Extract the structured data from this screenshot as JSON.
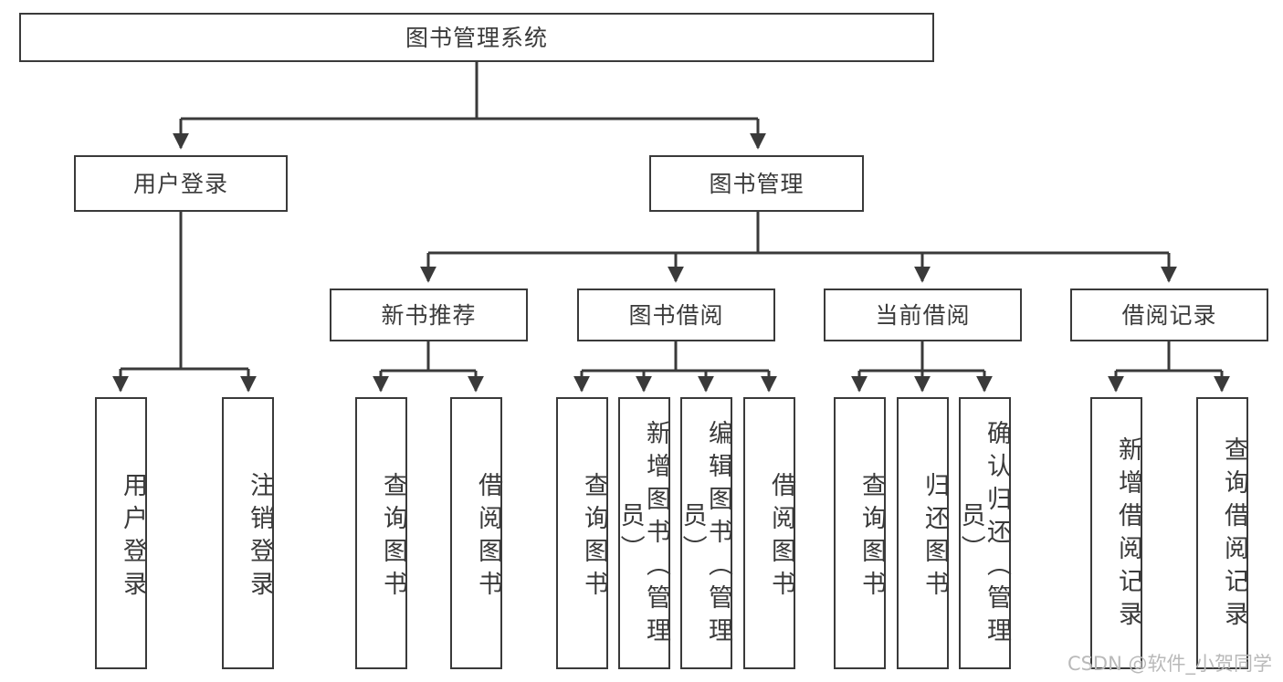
{
  "diagram": {
    "title": "图书管理系统",
    "type": "tree-hierarchy-chart",
    "root": {
      "label": "图书管理系统"
    },
    "level2": [
      {
        "label": "用户登录"
      },
      {
        "label": "图书管理"
      }
    ],
    "level3": [
      {
        "label": "新书推荐"
      },
      {
        "label": "图书借阅"
      },
      {
        "label": "当前借阅"
      },
      {
        "label": "借阅记录"
      }
    ],
    "leaves": {
      "user_login": [
        {
          "label": "用户登录"
        },
        {
          "label": "注销登录"
        }
      ],
      "new_book_recommend": [
        {
          "label": "查询图书"
        },
        {
          "label": "借阅图书"
        }
      ],
      "book_borrow": [
        {
          "label": "查询图书"
        },
        {
          "label": "新增图书（管理员）"
        },
        {
          "label": "编辑图书（管理员）"
        },
        {
          "label": "借阅图书"
        }
      ],
      "current_borrow": [
        {
          "label": "查询图书"
        },
        {
          "label": "归还图书"
        },
        {
          "label": "确认归还（管理员）"
        }
      ],
      "borrow_record": [
        {
          "label": "新增借阅记录"
        },
        {
          "label": "查询借阅记录"
        }
      ]
    }
  },
  "watermark": {
    "text": "CSDN @软件_小贺同学"
  },
  "colors": {
    "stroke": "#3a3a3a",
    "fill": "#ffffff",
    "text": "#3a3a3a",
    "watermark": "#b9b9b9"
  }
}
